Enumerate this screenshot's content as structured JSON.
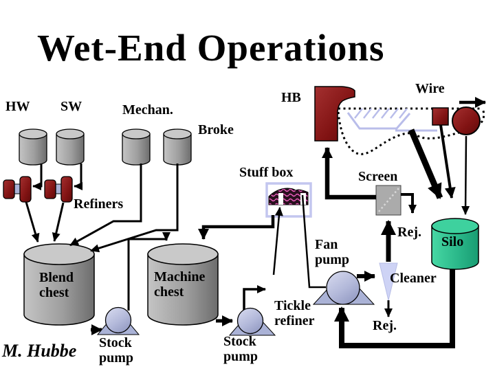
{
  "title": "Wet-End Operations",
  "author": "M. Hubbe",
  "labels": {
    "hw": "HW",
    "sw": "SW",
    "mechan": "Mechan.",
    "broke": "Broke",
    "hb": "HB",
    "wire": "Wire",
    "stuff_box": "Stuff box",
    "screen": "Screen",
    "refiners": "Refiners",
    "rej_screen": "Rej.",
    "silo": "Silo",
    "fan_pump": "Fan\npump",
    "cleaner": "Cleaner",
    "blend_chest": "Blend\nchest",
    "machine_chest": "Machine\nchest",
    "tickle_refiner": "Tickle\nrefiner",
    "stock_pump_1": "Stock\npump",
    "stock_pump_2": "Stock\npump",
    "rej_cleaner": "Rej."
  },
  "colors": {
    "background": "#ffffff",
    "dark_red": "#8c1616",
    "tank_gray": "#9e9e9e",
    "silo_green": "#2bb88a",
    "pump_lavender": "#aab2d6",
    "cleaner_lavender": "#ced3f5",
    "wire_lavender": "#b9bdea",
    "stock_pink": "#f05fc0",
    "line_black": "#000000"
  }
}
